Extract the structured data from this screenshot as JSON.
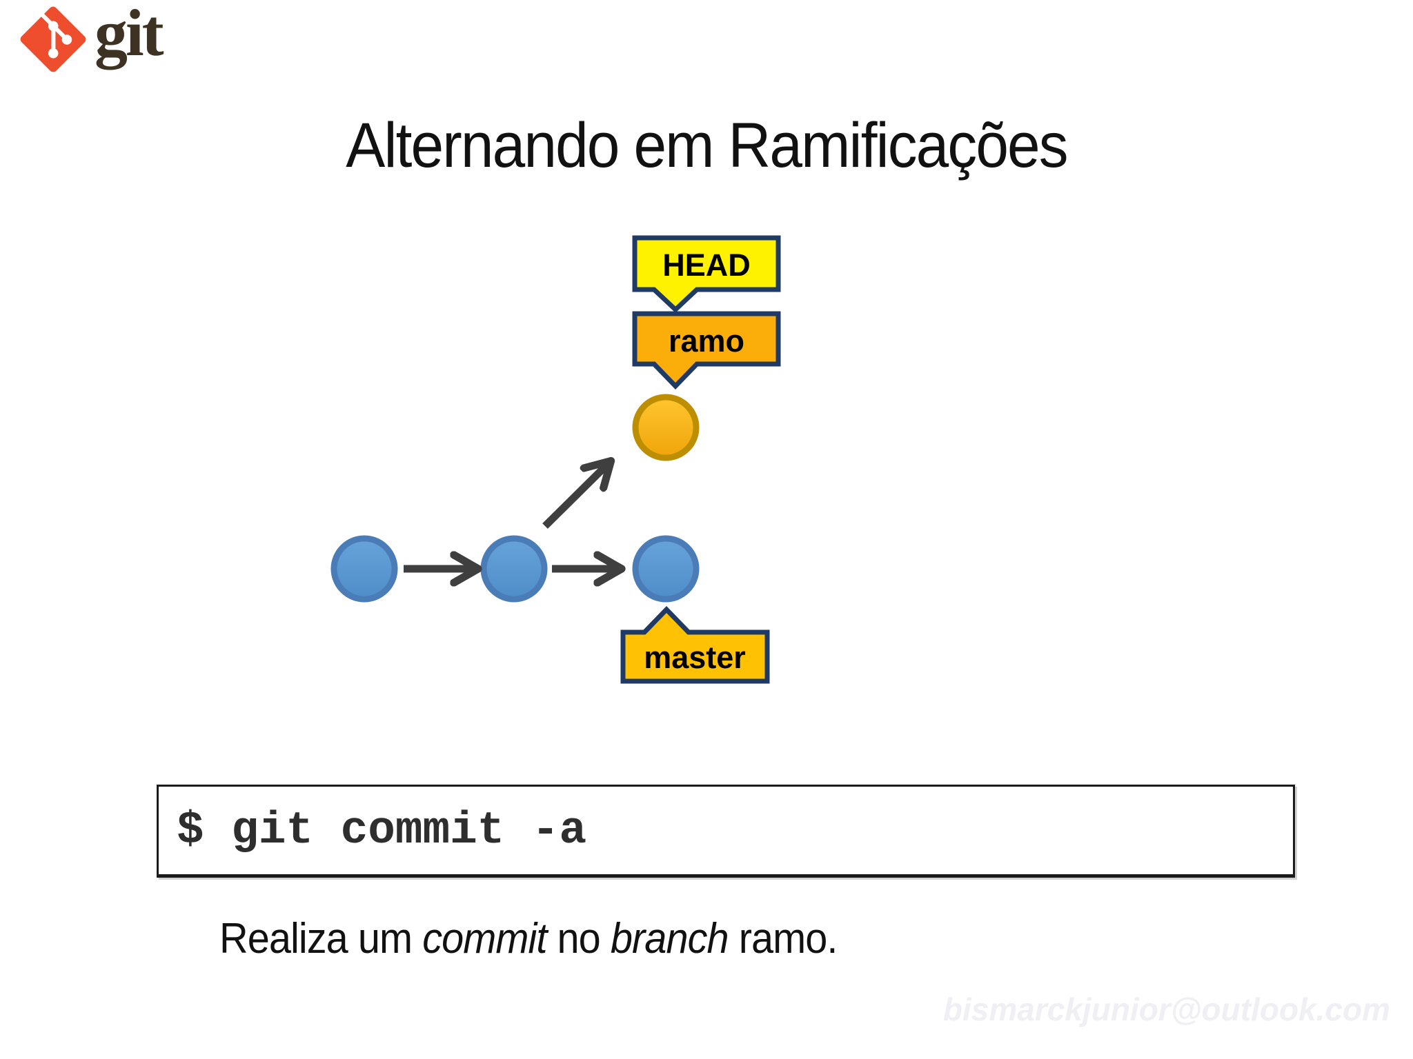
{
  "slide": {
    "background": "#ffffff"
  },
  "logo": {
    "wordmark": "git",
    "mark_color": "#EE4D2E",
    "mark_symbol_color": "#ffffff",
    "wordmark_color": "#3E3223"
  },
  "title": {
    "text": "Alternando em Ramificações",
    "color": "#111111"
  },
  "diagram": {
    "label_border": "#203A66",
    "arrow_color": "#3F3F3F",
    "head": {
      "label": "HEAD",
      "fill": "#FFF200",
      "text_color": "#000000"
    },
    "ramo": {
      "label": "ramo",
      "fill": "#FBAD0A",
      "text_color": "#000000"
    },
    "master": {
      "label": "master",
      "fill": "#FFC103",
      "text_color": "#000000"
    },
    "branch_node": {
      "fill_top": "#FFC52F",
      "fill_bottom": "#EFA50A",
      "stroke": "#BD8E00"
    },
    "commit_node": {
      "fill_top": "#67A3DA",
      "fill_bottom": "#4F8DC9",
      "stroke": "#4A7CB8",
      "count": 3
    }
  },
  "terminal": {
    "command": "$ git commit -a",
    "text_color": "#2e2e2e",
    "border_color": "#1a1a1a"
  },
  "caption": {
    "part1": "Realiza um ",
    "italic1": "commit",
    "part2": " no ",
    "italic2": "branch",
    "part3": " ramo.",
    "color": "#111111"
  },
  "watermark": {
    "text": "bismarckjunior@outlook.com",
    "color": "#efeff4"
  }
}
